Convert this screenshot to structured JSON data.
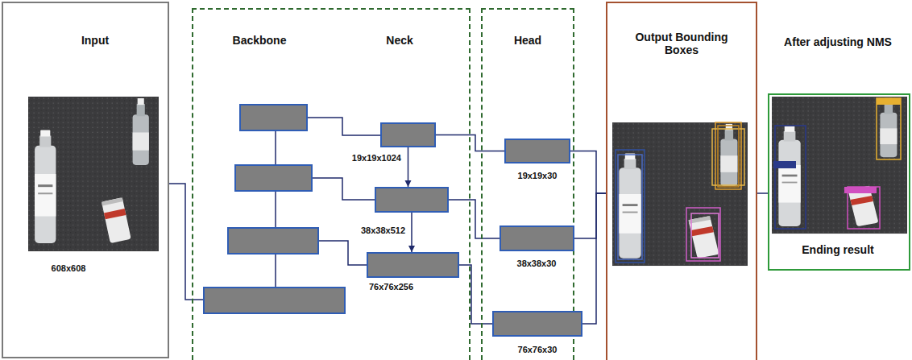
{
  "diagram": {
    "nodes": [
      {
        "text": [
          "Input",
          "608x608"
        ]
      },
      {
        "text": [
          "Backbone",
          "Neck"
        ]
      },
      {
        "text": [
          "19x19x1024"
        ],
        "in": 1
      },
      {
        "text": [
          "38x38x512"
        ],
        "in": 1
      },
      {
        "text": [
          "76x76x256"
        ],
        "in": 1
      },
      {
        "text": [
          "Head"
        ]
      },
      {
        "text": [
          "19x19x30"
        ],
        "in": 5
      },
      {
        "text": [
          "38x38x30"
        ],
        "in": 5
      },
      {
        "text": [
          "76x76x30"
        ],
        "in": 5
      },
      {
        "text": [
          "Output Bounding Boxes"
        ]
      },
      {
        "text": [
          "After adjusting NMS",
          "Ending result"
        ]
      }
    ],
    "edges": [
      {
        "from": 2,
        "to": 6,
        "arrow": "none"
      },
      {
        "from": 3,
        "to": 7,
        "arrow": "none"
      },
      {
        "from": 4,
        "to": 8,
        "arrow": "none"
      },
      {
        "from": 2,
        "to": 3,
        "arrow": "to"
      },
      {
        "from": 3,
        "to": 4,
        "arrow": "to"
      },
      {
        "from": 6,
        "to": 9,
        "arrow": "none"
      },
      {
        "from": 7,
        "to": 9,
        "arrow": "none"
      },
      {
        "from": 8,
        "to": 9,
        "arrow": "none"
      },
      {
        "from": 9,
        "to": 10,
        "arrow": "none"
      }
    ]
  }
}
